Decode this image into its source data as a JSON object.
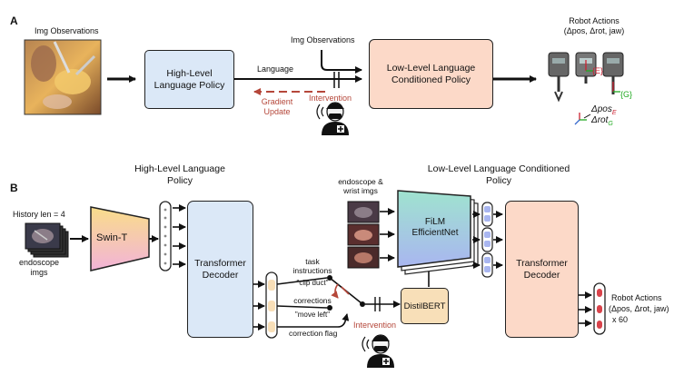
{
  "panel_a": {
    "label": "A",
    "img_observations": "Img Observations",
    "high_level_policy": "High-Level Language Policy",
    "language": "Language",
    "img_observations_2": "Img Observations",
    "low_level_policy": "Low-Level Language Conditioned  Policy",
    "gradient_update": "Gradient Update",
    "intervention": "Intervention",
    "robot_actions_title": "Robot Actions",
    "robot_actions_sub": "(Δpos, Δrot, jaw)",
    "frame_e": "{E}",
    "frame_g": "{G}",
    "delta_pos": "Δpos",
    "sub_e": "E",
    "delta_rot": "Δrot",
    "sub_g": "G"
  },
  "panel_b": {
    "label": "B",
    "high_level_title": "High-Level Language Policy",
    "low_level_title": "Low-Level Language Conditioned Policy",
    "history_len": "History len = 4",
    "endoscope_imgs": "endoscope imgs",
    "swin_t": "Swin-T",
    "transformer_decoder_1": "Transformer Decoder",
    "task_instructions": "task instructions",
    "clip_duct": "\"clip duct\"",
    "corrections": "corrections",
    "move_left": "\"move left\"",
    "correction_flag": "correction flag",
    "intervention": "Intervention",
    "distilbert": "DistilBERT",
    "endoscope_wrist": "endoscope & wrist imgs",
    "film": "FiLM EfficientNet",
    "transformer_decoder_2": "Transformer Decoder",
    "robot_actions_title": "Robot Actions",
    "robot_actions_sub": "(Δpos, Δrot, jaw)",
    "robot_actions_mult": "x 60"
  },
  "colors": {
    "blue_box": "#dbe8f7",
    "peach_box": "#fcd9c8",
    "accent_red": "#b5473a",
    "flag_box": "#f8dfb8"
  }
}
